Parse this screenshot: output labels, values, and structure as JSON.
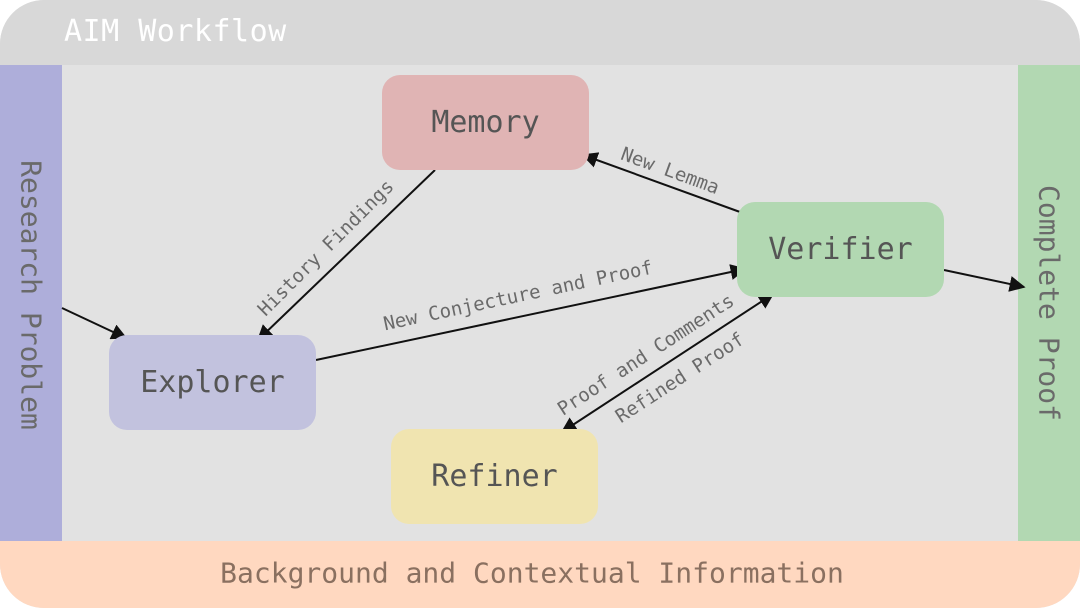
{
  "title": "AIM Workflow",
  "left_panel": "Research Problem",
  "right_panel": "Complete Proof",
  "bottom_panel": "Background and Contextual Information",
  "nodes": {
    "memory": "Memory",
    "verifier": "Verifier",
    "explorer": "Explorer",
    "refiner": "Refiner"
  },
  "edges": {
    "new_lemma": "New Lemma",
    "history_findings": "History Findings",
    "new_conjecture": "New Conjecture and Proof",
    "proof_comments": "Proof and Comments",
    "refined_proof": "Refined Proof"
  },
  "colors": {
    "left_panel": "#aeaeda",
    "right_panel": "#b2d8b2",
    "bottom_panel": "#ffd8c0",
    "memory": "#e0b4b4",
    "verifier": "#b2d8b2",
    "explorer": "#c2c2de",
    "refiner": "#f0e4b0"
  }
}
